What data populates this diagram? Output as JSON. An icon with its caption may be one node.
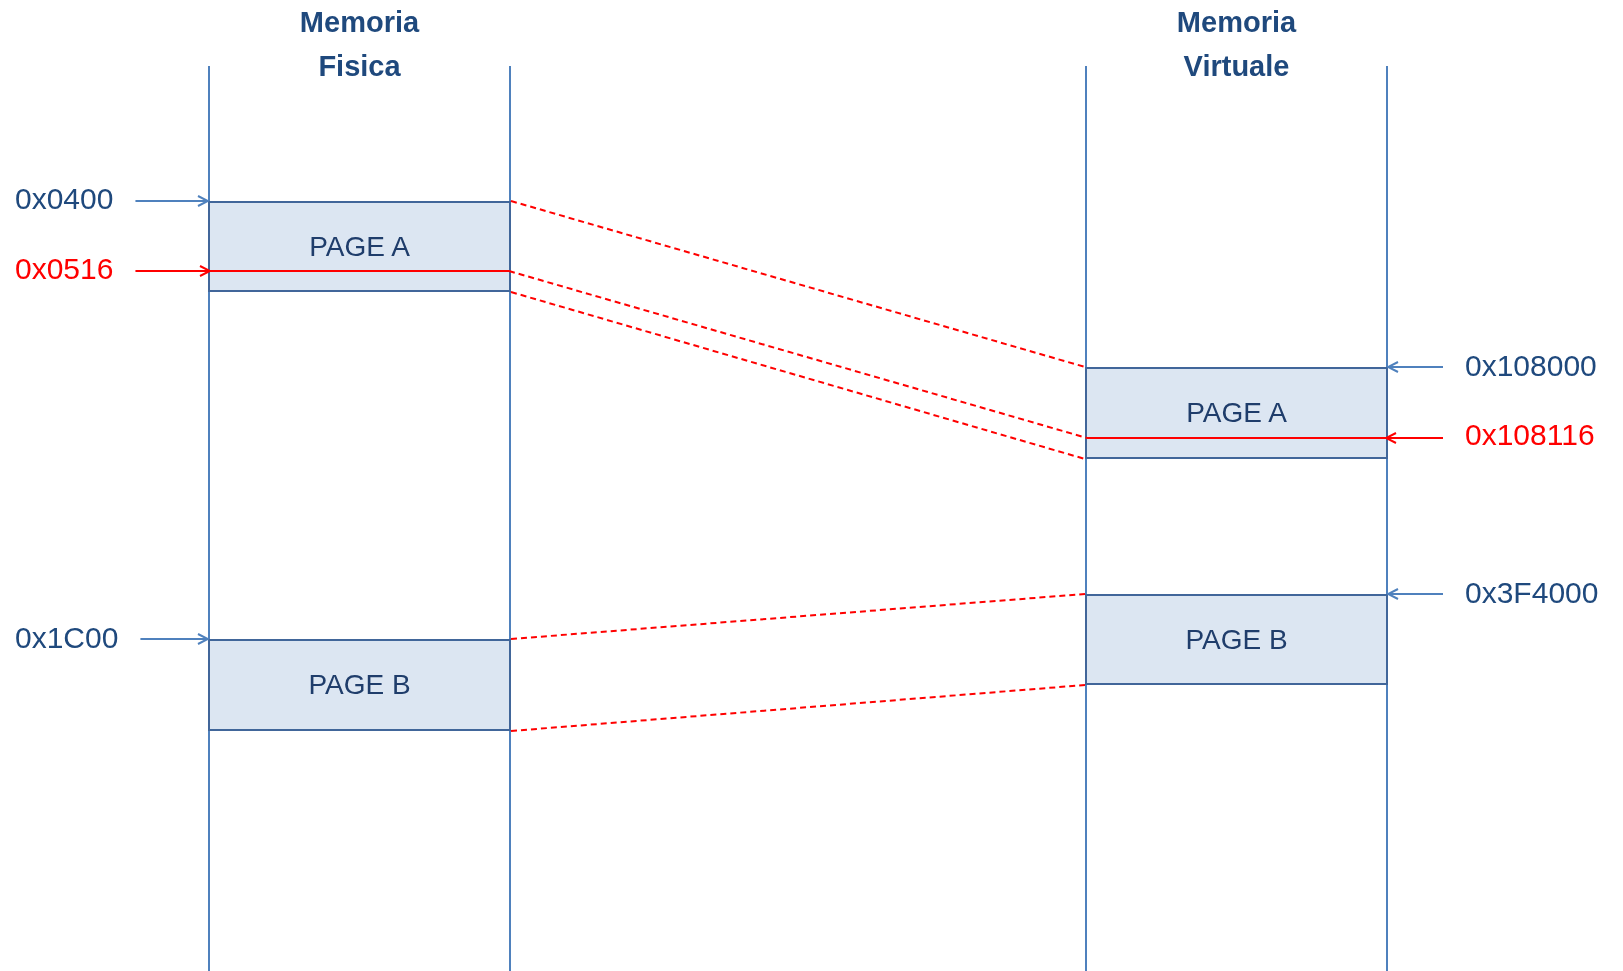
{
  "diagram": {
    "nodes": [
      {
        "text": [
          "Memoria Fisica"
        ]
      },
      {
        "text": [
          "PAGE A"
        ],
        "in": 0
      },
      {
        "text": [],
        "shape": "bar",
        "in": 1
      },
      {
        "text": [
          "PAGE B"
        ],
        "in": 0
      },
      {
        "text": [
          "Memoria Virtuale"
        ]
      },
      {
        "text": [
          "PAGE A"
        ],
        "in": 4
      },
      {
        "text": [],
        "shape": "bar",
        "in": 5
      },
      {
        "text": [
          "PAGE B"
        ],
        "in": 4
      },
      {
        "text": [
          "0x0400"
        ]
      },
      {
        "text": [
          "0x0516"
        ]
      },
      {
        "text": [
          "0x1C00"
        ]
      },
      {
        "text": [
          "0x108000"
        ]
      },
      {
        "text": [
          "0x108116"
        ]
      },
      {
        "text": [
          "0x3F4000"
        ]
      }
    ],
    "edges": [
      {
        "from": 8,
        "to": 1,
        "arrow": "to",
        "color": "#4f81bd"
      },
      {
        "from": 9,
        "to": 2,
        "arrow": "to"
      },
      {
        "from": 10,
        "to": 3,
        "arrow": "to",
        "color": "#4f81bd"
      },
      {
        "from": 11,
        "to": 5,
        "arrow": "to",
        "color": "#4f81bd"
      },
      {
        "from": 12,
        "to": 6,
        "arrow": "to"
      },
      {
        "from": 13,
        "to": 7,
        "arrow": "to",
        "color": "#4f81bd"
      },
      {
        "from": 1,
        "to": 5,
        "arrow": "none",
        "style": "dashed"
      },
      {
        "from": 2,
        "to": 6,
        "arrow": "none",
        "style": "dashed"
      },
      {
        "from": 1,
        "to": 5,
        "arrow": "none",
        "style": "dashed"
      },
      {
        "from": 3,
        "to": 7,
        "arrow": "none",
        "style": "dashed"
      },
      {
        "from": 3,
        "to": 7,
        "arrow": "none",
        "style": "dashed"
      }
    ]
  }
}
